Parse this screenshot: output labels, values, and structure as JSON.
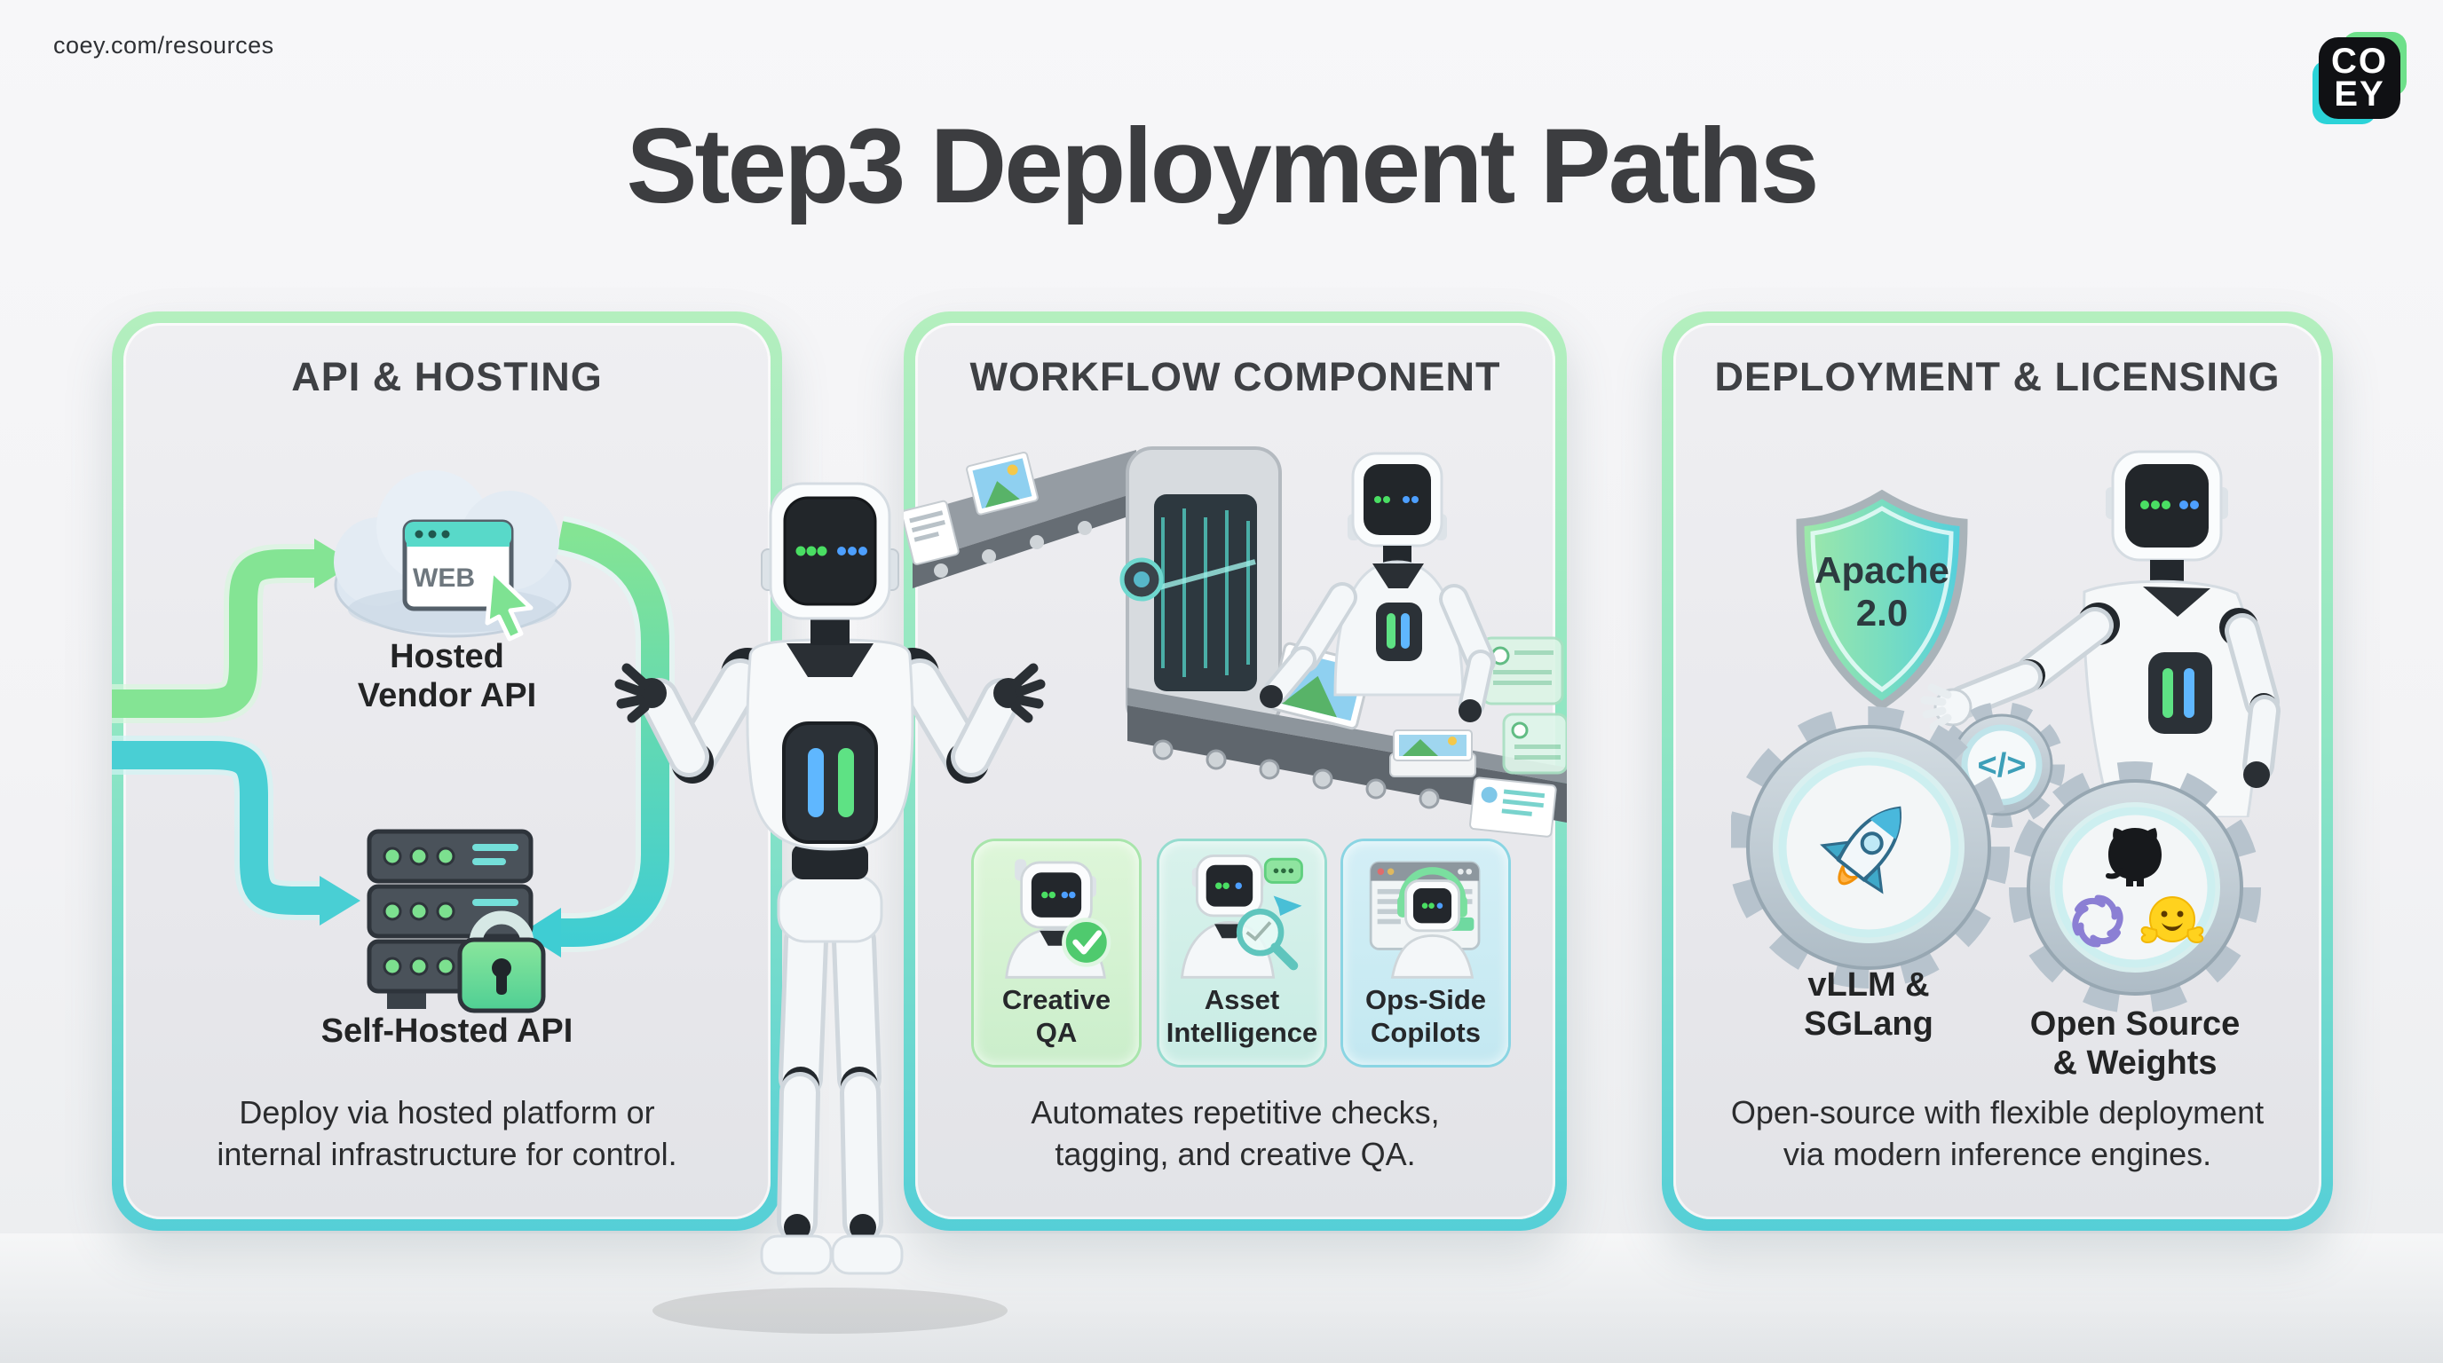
{
  "meta": {
    "url": "coey.com/resources",
    "logo_top": "CO",
    "logo_bottom": "EY"
  },
  "title": "Step3 Deployment Paths",
  "panel1": {
    "heading": "API & HOSTING",
    "cloud_window_label": "WEB",
    "item1_label": "Hosted\nVendor API",
    "item2_label": "Self-Hosted API",
    "description": "Deploy via hosted platform or\ninternal infrastructure for control."
  },
  "panel2": {
    "heading": "WORKFLOW COMPONENT",
    "badge1": "Creative\nQA",
    "badge2": "Asset\nIntelligence",
    "badge3": "Ops-Side\nCopilots",
    "description": "Automates repetitive checks,\ntagging, and creative QA."
  },
  "panel3": {
    "heading": "DEPLOYMENT & LICENSING",
    "shield_label": "Apache\n2.0",
    "item1": "vLLM &\nSGLang",
    "item2": "Open Source\n& Weights",
    "description": "Open-source with flexible deployment\nvia modern inference engines."
  },
  "colors": {
    "accent_green": "#7ce08f",
    "accent_cyan": "#45cfd6",
    "panel_border_top": "#b4efbe",
    "panel_border_bottom": "#55cfd7",
    "title_text": "#3c3d40",
    "badge_green_bg": "#d6f3d2",
    "badge_teal_bg": "#d3efe8",
    "badge_cyan_bg": "#cdecf4",
    "logo_black": "#101114",
    "logo_green": "#6ee08a",
    "logo_cyan": "#2bd3d8"
  }
}
